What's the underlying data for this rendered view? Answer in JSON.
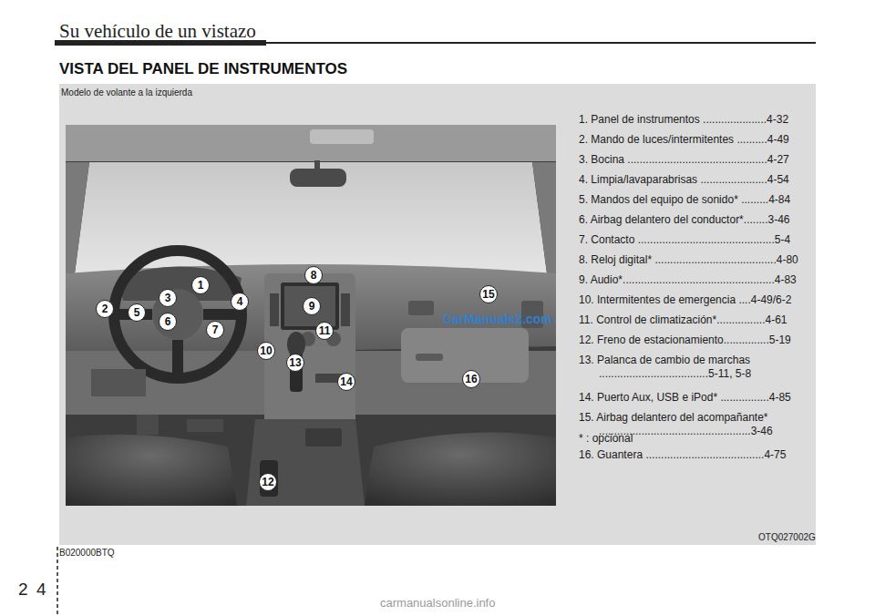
{
  "diagram": {
    "title": "VISTA DEL PANEL DE INSTRUMENTOS",
    "labels": [
      "Su vehículo de un vistazo",
      "Modelo de volante a la izquierda",
      "1. Panel de instrumentos .....................4-32",
      "2. Mando de luces/intermitentes ..........4-49",
      "3. Bocina ..............................................4-27",
      "4. Limpia/lavaparabrisas ......................4-54",
      "5. Mandos del equipo de sonido* .........4-84",
      "6. Airbag delantero del conductor*........3-46",
      "7. Contacto .............................................5-4",
      "8. Reloj digital* ........................................4-80",
      "9. Audio*..................................................4-83",
      "10. Intermitentes de emergencia ....4-49/6-2",
      "11. Control de climatización*................4-61",
      "12. Freno de estacionamiento...............5-19",
      "13. Palanca de cambio de marchas ....................................5-11, 5-8",
      "14. Puerto Aux, USB e iPod* ................4-85",
      "15. Airbag delantero del acompañante* ..................................................3-46",
      "16. Guantera .......................................4-75",
      "* : opcional",
      "1",
      "2",
      "3",
      "4",
      "5",
      "6",
      "7",
      "8",
      "9",
      "10",
      "11",
      "12",
      "13",
      "14",
      "15",
      "16",
      "CarManuals2.com",
      "OTQ027002G",
      "B020000BTQ",
      "2",
      "4",
      "carmanualsonline.info"
    ]
  }
}
